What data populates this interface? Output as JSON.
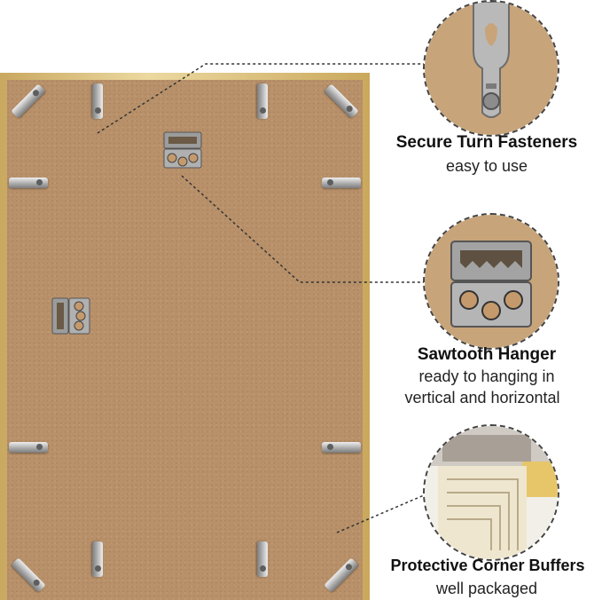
{
  "features": [
    {
      "title": "Secure Turn Fasteners",
      "subtitle": [
        "easy to use"
      ]
    },
    {
      "title": "Sawtooth Hanger",
      "subtitle": [
        "ready to hanging in",
        "vertical and horizontal"
      ]
    },
    {
      "title": "Protective Corner Buffers",
      "subtitle": [
        "well packaged"
      ]
    }
  ],
  "colors": {
    "frame": "#d8bb78",
    "backboard": "#b8916a",
    "metal": "#a7a7a7"
  },
  "icons": [
    "turn-fastener-icon",
    "sawtooth-hanger-icon",
    "corner-buffer-icon"
  ]
}
